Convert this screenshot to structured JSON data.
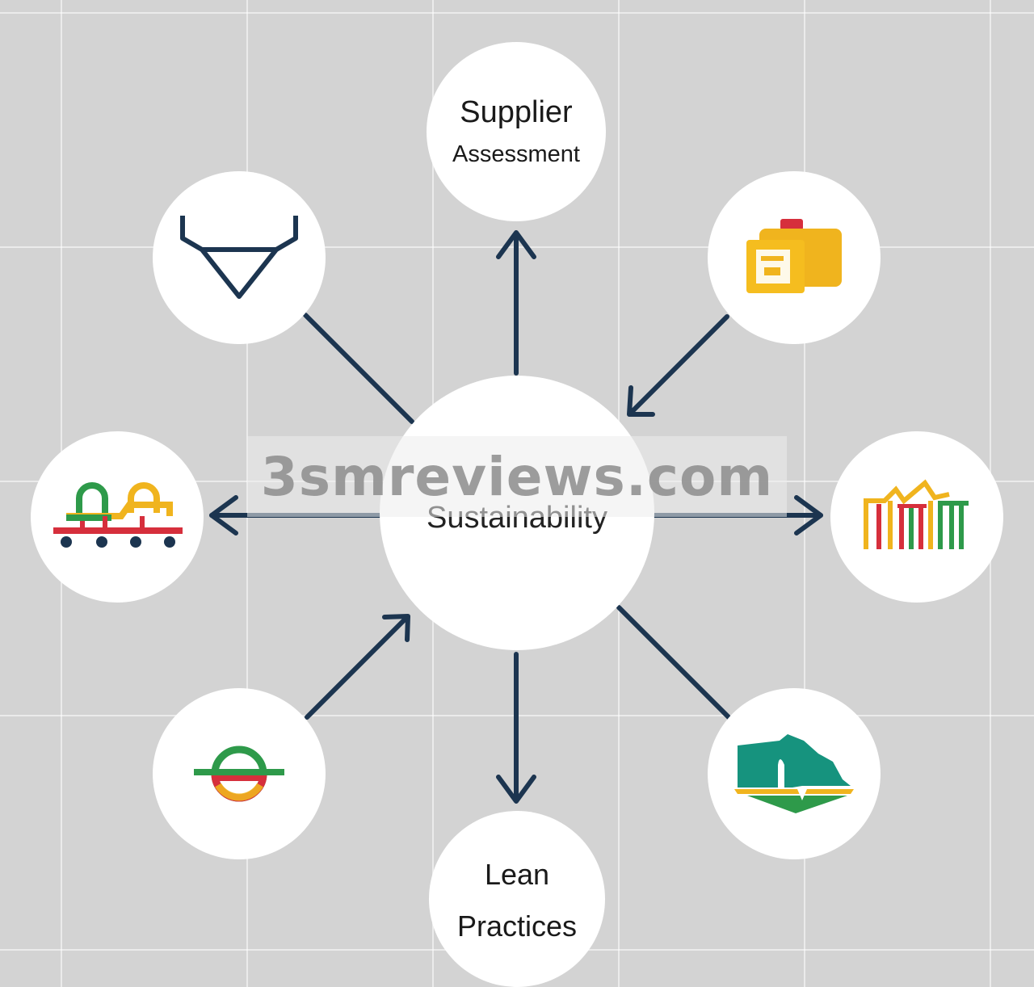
{
  "center_node": {
    "label": "Sustainability"
  },
  "nodes": {
    "supplier": {
      "line1": "Supplier",
      "line2": "Assessment"
    },
    "lean": {
      "line1": "Lean",
      "line2": "Practices"
    },
    "top_left": {
      "icon": "funnel-icon"
    },
    "top_right": {
      "icon": "folder-icon"
    },
    "middle_left": {
      "icon": "train-icon"
    },
    "middle_right": {
      "icon": "bar-chart-icon"
    },
    "bottom_left": {
      "icon": "ring-icon"
    },
    "bottom_right": {
      "icon": "landscape-icon"
    }
  },
  "watermark": "3smreviews.com",
  "colors": {
    "background": "#d3d3d3",
    "arrow": "#1c3550",
    "red": "#d62f3c",
    "yellow": "#f0b41e",
    "green": "#2e9a4a",
    "teal": "#16937e",
    "navy": "#1c3550"
  }
}
